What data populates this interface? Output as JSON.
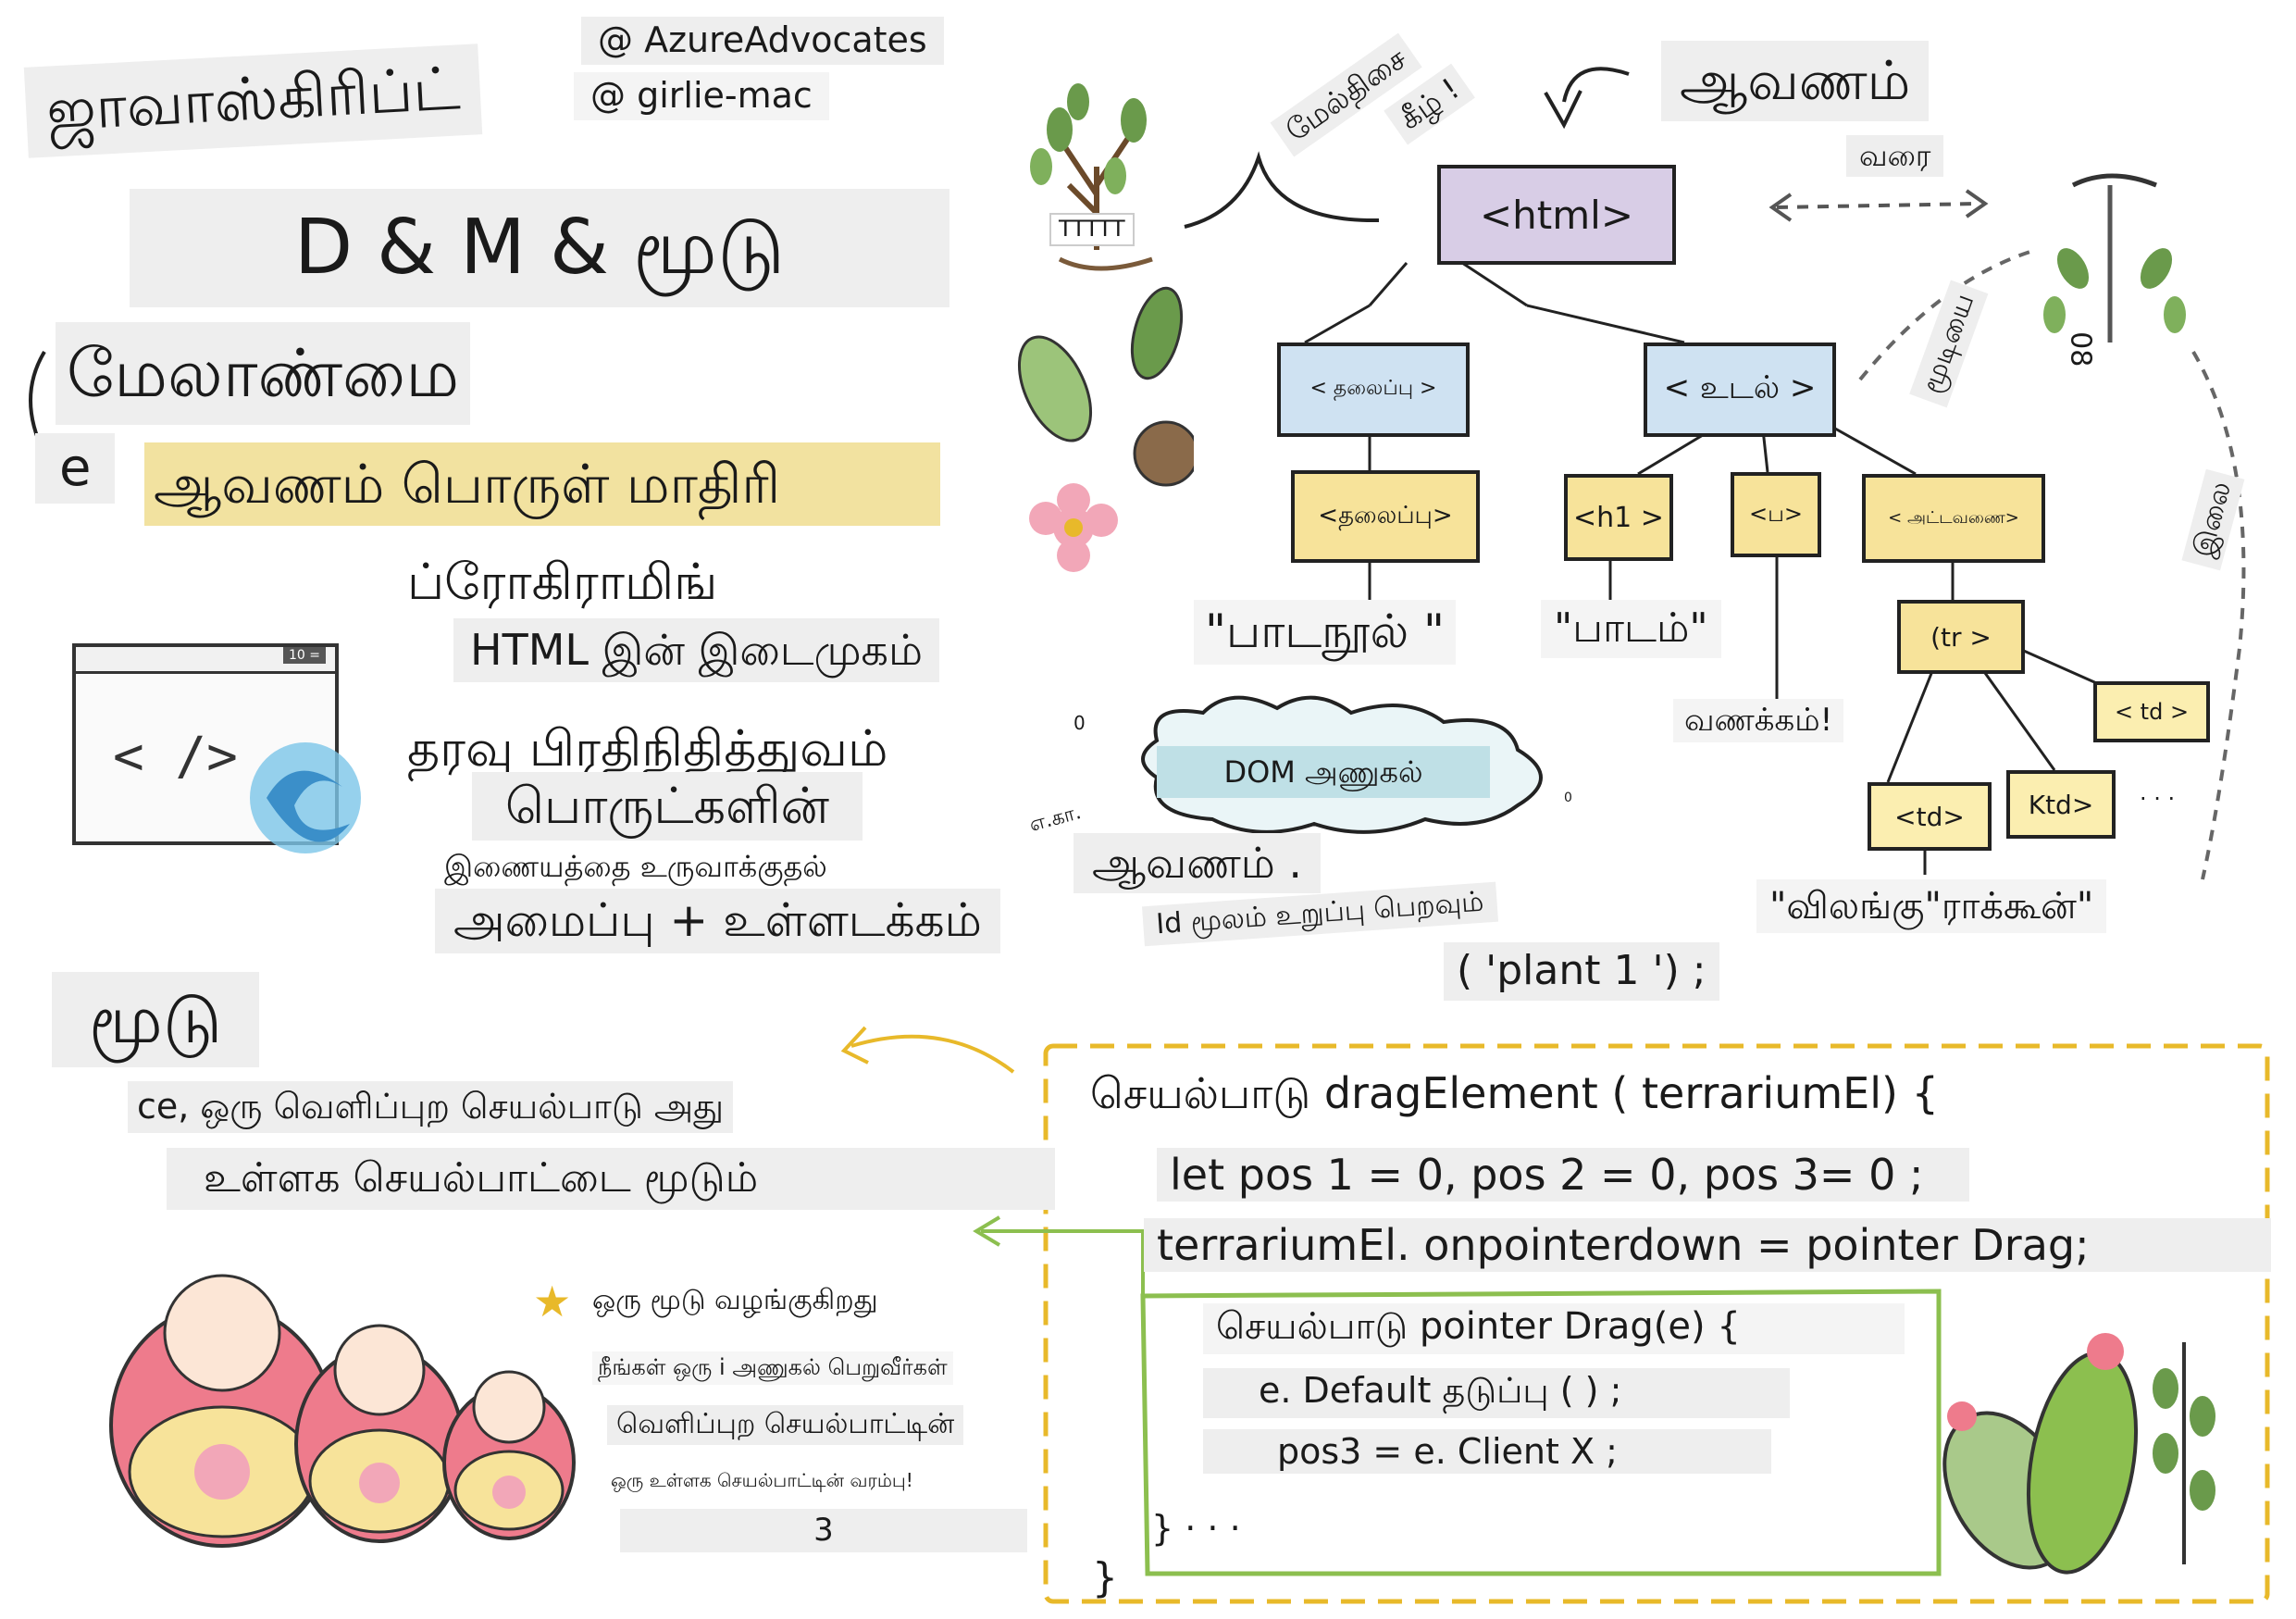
{
  "header": {
    "title": "ஜாவாஸ்கிரிப்ட்",
    "handle1": "@ AzureAdvocates",
    "handle2": "@ girlie-mac",
    "topic": "D & M & மூடு",
    "topic2": "மேலாண்மை"
  },
  "dom_section": {
    "e_letter": "e",
    "highlight": "ஆவணம் பொருள் மாதிரி",
    "programming": "ப்ரோகிராமிங்",
    "html_interface": "HTML இன் இடைமுகம்",
    "data_rep": "தரவு பிரதிநிதித்துவம்",
    "objects": "பொருட்களின்",
    "connect": "இணையத்தை உருவாக்குதல்",
    "structure": "அமைப்பு + உள்ளடக்கம்",
    "browser_zoom": "10 ="
  },
  "tree": {
    "top_label": "ஆவணம்",
    "upside_down_1": "மேல்திசை",
    "upside_down_2": "கீழ் !",
    "roots_label": "TTTTT",
    "draw_label": "வரை",
    "sprout_label": "மூடியை",
    "sprout_num": "08",
    "side_label": "இலை",
    "html": "<html>",
    "head": "< தலைப்பு >",
    "body": "< உடல் >",
    "title": "<தலைப்பு>",
    "h1": "<h1 >",
    "p": "<ப>",
    "table": "< அட்டவணை>",
    "tr": "(tr >",
    "td1": "< td >",
    "td2": "<td>",
    "td3": "Ktd>",
    "dots": "· · ·",
    "t_title": "\"பாடநூல் \"",
    "t_h1": "\"பாடம்\"",
    "t_p": "வணக்கம்!",
    "t_td": "\"விலங்கு\"ராக்கூன்\""
  },
  "cloud": {
    "label": "DOM அணுகல்",
    "zero1": "0",
    "zero2": "0",
    "eg": "எ.கா.",
    "document": "ஆவணம் .",
    "get_by_id": "Id மூலம் உறுப்பு பெறவும்",
    "plant": "( 'plant 1 ') ;"
  },
  "closure": {
    "title": "மூடு",
    "line1": "ce, ஒரு வெளிப்புற செயல்பாடு அது",
    "line2": "உள்ளக செயல்பாட்டை மூடும்",
    "n1": "ஒரு மூடு வழங்குகிறது",
    "n2": "நீங்கள் ஒரு i அணுகல் பெறுவீர்கள்",
    "n3": "வெளிப்புற செயல்பாட்டின்",
    "n4": "ஒரு உள்ளக செயல்பாட்டின் வரம்பு!",
    "n5": "3"
  },
  "code": {
    "l1": "செயல்பாடு dragElement ( terrariumEl) {",
    "l2": "let pos 1 = 0, pos 2 = 0, pos 3= 0 ;",
    "l3": "terrariumEl. onpointerdown = pointer Drag;",
    "l4": "செயல்பாடு pointer Drag(e) {",
    "l5": "e. Default தடுப்பு ( ) ;",
    "l6": "pos3 = e. Client X ;",
    "l7": "} · · ·",
    "l8": "}"
  },
  "colors": {
    "node_blue": "#cfe2f2",
    "node_yellow": "#f7e39a",
    "node_purple": "#d8cde6",
    "highlight": "#f2e2a0",
    "cloud_fill": "#bfe0e6",
    "dashed_border": "#e8b92a",
    "green_border": "#8cbf4f"
  }
}
